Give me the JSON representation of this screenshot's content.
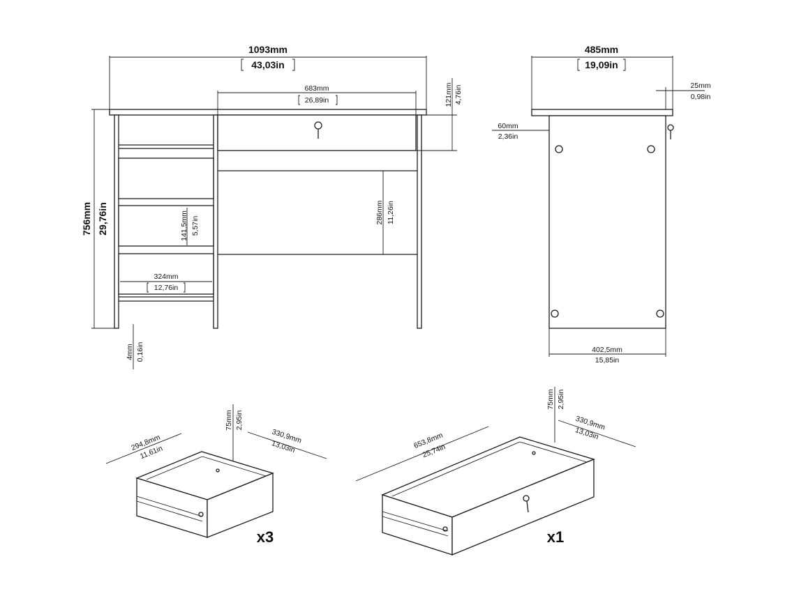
{
  "front": {
    "width_mm": "1093mm",
    "width_in": "43,03in",
    "drawer_w_mm": "683mm",
    "drawer_w_in": "26,89in",
    "drawer_h_mm": "121mm",
    "drawer_h_in": "4,76in",
    "height_mm": "756mm",
    "height_in": "29,76in",
    "shelf_h_mm": "141,5mm",
    "shelf_h_in": "5,57in",
    "shelf_w_mm": "324mm",
    "shelf_w_in": "12,76in",
    "clear_h_mm": "286mm",
    "clear_h_in": "11,26in",
    "foot_mm": "4mm",
    "foot_in": "0,16in"
  },
  "side": {
    "depth_mm": "485mm",
    "depth_in": "19,09in",
    "over_mm": "25mm",
    "over_in": "0,98in",
    "set_mm": "60mm",
    "set_in": "2,36in",
    "inner_mm": "402,5mm",
    "inner_in": "15,85in"
  },
  "drawer_small": {
    "w_mm": "294,8mm",
    "w_in": "11,61in",
    "h_mm": "75mm",
    "h_in": "2,95in",
    "d_mm": "330,9mm",
    "d_in": "13,03in",
    "qty": "x3"
  },
  "drawer_large": {
    "w_mm": "653,8mm",
    "w_in": "25,74in",
    "h_mm": "75mm",
    "h_in": "2,95in",
    "d_mm": "330,9mm",
    "d_in": "13,03in",
    "qty": "x1"
  }
}
